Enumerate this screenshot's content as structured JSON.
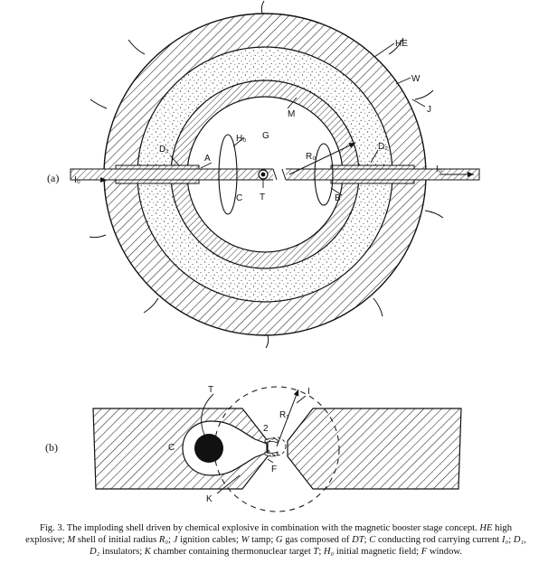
{
  "figure": {
    "panel_a": {
      "panel_label": "(a)",
      "labels": {
        "HE": "HE",
        "W": "W",
        "J": "J",
        "M": "M",
        "G": "G",
        "H0": "H₀",
        "D1": "D₁",
        "D2": "D₂",
        "A": "A",
        "B": "B",
        "C": "C",
        "T": "T",
        "R0": "R₀",
        "I0_left": "I₀",
        "I0_right": "I₀"
      }
    },
    "panel_b": {
      "panel_label": "(b)",
      "labels": {
        "T": "T",
        "I": "I",
        "R1": "R₁",
        "two": "2",
        "C": "C",
        "F": "F",
        "K": "K"
      }
    },
    "caption": {
      "fig": "Fig. 3.",
      "segments": [
        {
          "t": " The imploding shell driven by chemical explosive in combination with the magnetic booster stage concept. "
        },
        {
          "t": "HE",
          "i": true
        },
        {
          "t": " high explosive; "
        },
        {
          "t": "M",
          "i": true
        },
        {
          "t": " shell of initial radius "
        },
        {
          "t": "R₀",
          "i": true
        },
        {
          "t": "; "
        },
        {
          "t": "J",
          "i": true
        },
        {
          "t": " ignition cables; "
        },
        {
          "t": "W",
          "i": true
        },
        {
          "t": " tamp; "
        },
        {
          "t": "G",
          "i": true
        },
        {
          "t": " gas composed of "
        },
        {
          "t": "DT",
          "i": true
        },
        {
          "t": "; "
        },
        {
          "t": "C",
          "i": true
        },
        {
          "t": " conducting rod carrying current "
        },
        {
          "t": "I₀",
          "i": true
        },
        {
          "t": "; "
        },
        {
          "t": "D₁, D₂",
          "i": true
        },
        {
          "t": " insulators; "
        },
        {
          "t": "K",
          "i": true
        },
        {
          "t": " chamber containing thermonuclear target "
        },
        {
          "t": "T",
          "i": true
        },
        {
          "t": "; "
        },
        {
          "t": "H₀",
          "i": true
        },
        {
          "t": " initial magnetic field; "
        },
        {
          "t": "F",
          "i": true
        },
        {
          "t": " window."
        }
      ]
    }
  }
}
